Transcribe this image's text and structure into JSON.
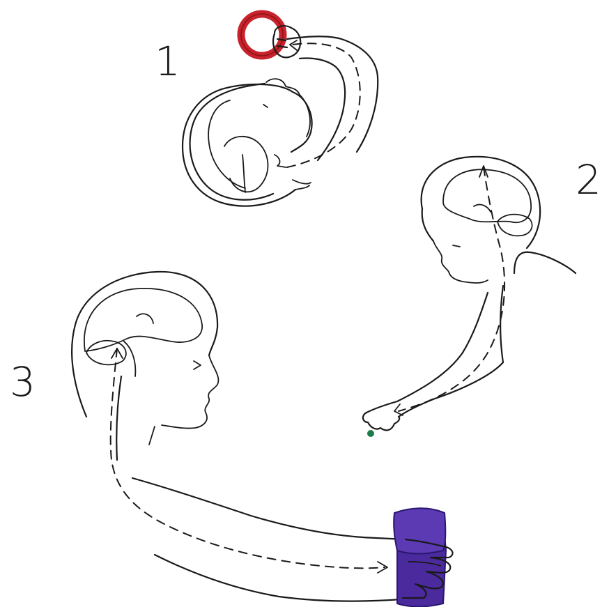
{
  "labels": {
    "stage1": "1",
    "stage2": "2",
    "stage3": "3"
  },
  "colors": {
    "ink": "#1a1a1a",
    "ring": "#c8232c",
    "ring_dark": "#8e1218",
    "cup": "#4b2a9e",
    "cup_dark": "#2b1670",
    "ball": "#1f7a4a"
  },
  "objects": {
    "stage1": "red-ring",
    "stage2": "small-green-ball",
    "stage3": "purple-cup"
  }
}
